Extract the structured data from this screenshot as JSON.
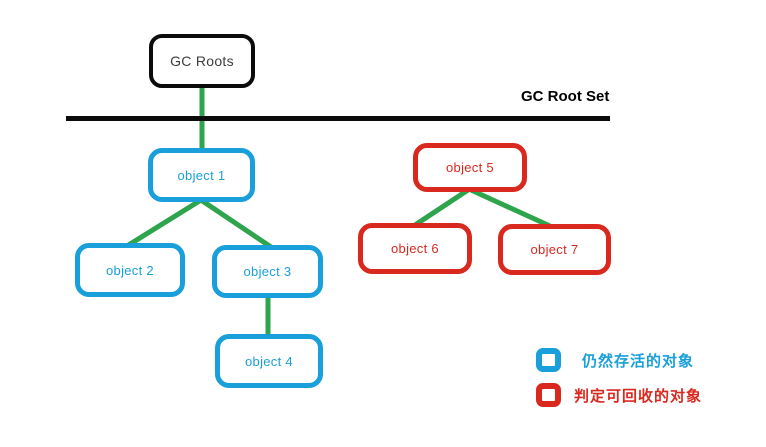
{
  "colors": {
    "alive": "#199FD9",
    "collectable": "#D9291F",
    "edge": "#2EA44D",
    "root": "#0b0b0b"
  },
  "root_node": {
    "label": "GC Roots"
  },
  "root_set": {
    "label": "GC Root Set"
  },
  "nodes": {
    "object1": {
      "label": "object 1",
      "status": "alive"
    },
    "object2": {
      "label": "object 2",
      "status": "alive"
    },
    "object3": {
      "label": "object 3",
      "status": "alive"
    },
    "object4": {
      "label": "object 4",
      "status": "alive"
    },
    "object5": {
      "label": "object 5",
      "status": "collectable"
    },
    "object6": {
      "label": "object 6",
      "status": "collectable"
    },
    "object7": {
      "label": "object 7",
      "status": "collectable"
    }
  },
  "edges": [
    {
      "from": "GC Roots",
      "to": "object 1"
    },
    {
      "from": "object 1",
      "to": "object 2"
    },
    {
      "from": "object 1",
      "to": "object 3"
    },
    {
      "from": "object 3",
      "to": "object 4"
    },
    {
      "from": "object 5",
      "to": "object 6"
    },
    {
      "from": "object 5",
      "to": "object 7"
    }
  ],
  "legend": {
    "alive_label": "仍然存活的对象",
    "collectable_label": "判定可回收的对象"
  }
}
